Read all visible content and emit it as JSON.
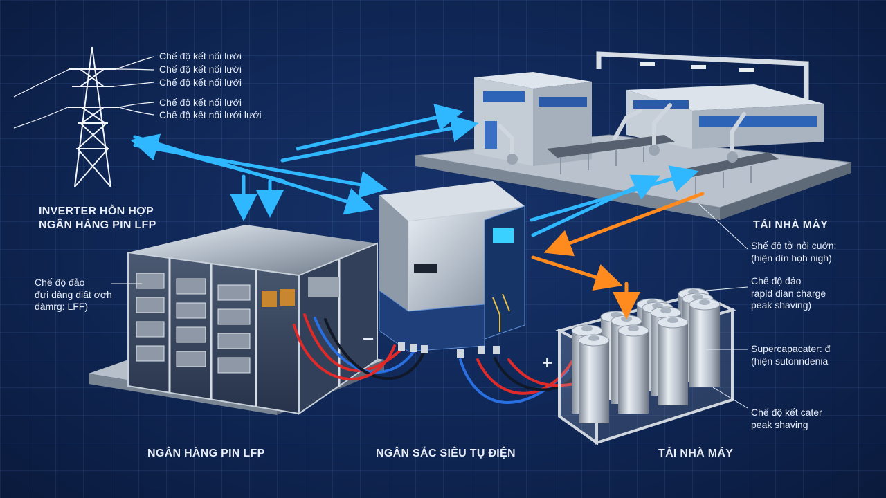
{
  "grid_labels": [
    "Chế độ kết nối lưới",
    "Chế độ kết nối lưới",
    "Chế độ kết nối lưới",
    "Chế độ kết nối lưới",
    "Chế độ kết nối lưới lưới"
  ],
  "left_heading": {
    "line1": "INVERTER HỖN HỢP",
    "line2": "NGÂN HÀNG PIN LFP"
  },
  "battery_note": {
    "line1": "Chế độ đảo",
    "line2": "đựi dàng diất ơợh",
    "line3": "dàmrg: LFF)"
  },
  "factory_title": "TẢI NHÀ MÁY",
  "factory_note": {
    "line1": "Shế độ tở nỏi cuớn:",
    "line2": "(hiện dìn họh nigh)"
  },
  "supercap_notes": [
    {
      "line1": "Chế độ đảo",
      "line2": "rapid dian charge",
      "line3": "peak shaving)"
    },
    {
      "line1": "Supercapacater: đ",
      "line2": "(hiện sutonndenia"
    },
    {
      "line1": "Chế độ kết cater",
      "line2": "peak shaving"
    }
  ],
  "bottom_labels": {
    "battery": "NGÂN HÀNG PIN LFP",
    "inverter": "NGÂN SẮC SIÊU TỤ ĐIỆN",
    "supercap": "TẢI NHÀ MÁY"
  },
  "polarity": {
    "minus": "−",
    "plus": "+"
  },
  "colors": {
    "background": "#0f2654",
    "grid_flow": "#2fb8ff",
    "supercap_flow": "#ff8a1e",
    "dc_positive": "#e02a2a",
    "dc_negative": "#2a6fe0"
  }
}
